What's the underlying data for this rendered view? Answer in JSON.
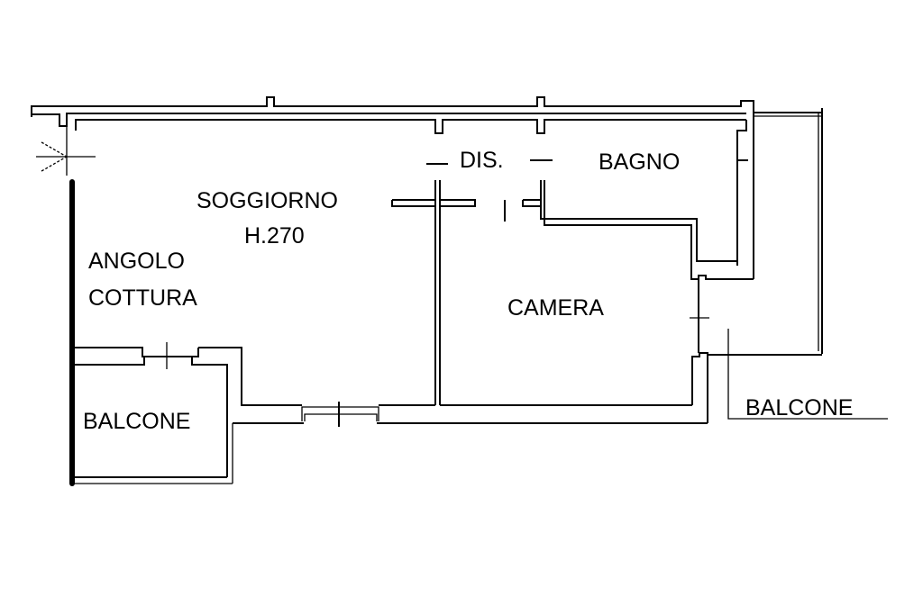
{
  "plan": {
    "rooms": {
      "soggiorno": "SOGGIORNO",
      "height": "H.270",
      "angolo": "ANGOLO",
      "cottura": "COTTURA",
      "dis": "DIS.",
      "bagno": "BAGNO",
      "camera": "CAMERA",
      "balcone_left": "BALCONE",
      "balcone_right": "BALCONE"
    }
  }
}
